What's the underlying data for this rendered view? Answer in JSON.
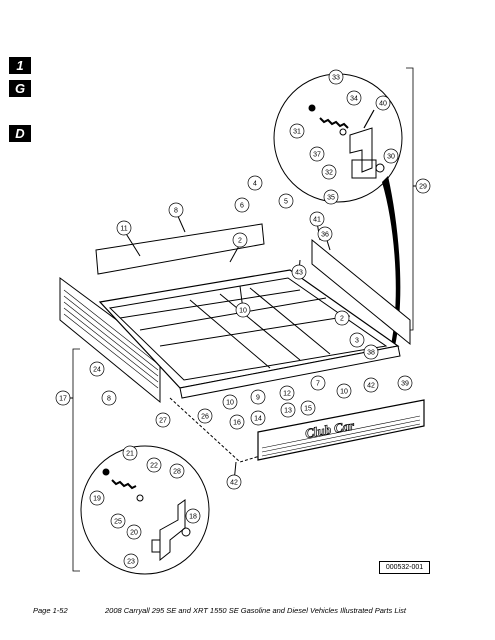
{
  "tabs": [
    "1",
    "G",
    "D"
  ],
  "diagram": {
    "code": "000532-001",
    "logo_text": "Club Car",
    "callouts": [
      "33",
      "34",
      "40",
      "31",
      "37",
      "30",
      "32",
      "35",
      "29",
      "4",
      "5",
      "6",
      "8",
      "11",
      "2",
      "41",
      "36",
      "43",
      "10",
      "2",
      "3",
      "38",
      "24",
      "17",
      "8",
      "27",
      "26",
      "10",
      "9",
      "12",
      "16",
      "14",
      "13",
      "15",
      "7",
      "10",
      "42",
      "39",
      "21",
      "22",
      "28",
      "19",
      "25",
      "20",
      "18",
      "23",
      "42"
    ]
  },
  "footer": {
    "page": "Page 1-52",
    "title": "2008 Carryall 295 SE and XRT 1550 SE Gasoline and Diesel Vehicles Illustrated Parts List"
  }
}
